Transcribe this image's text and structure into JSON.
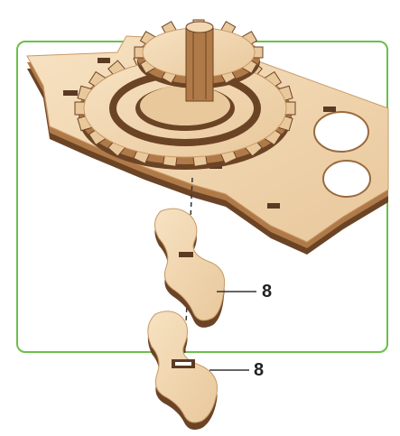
{
  "callouts": [
    {
      "label": "8"
    },
    {
      "label": "8"
    }
  ],
  "colors": {
    "frame_border": "#6cbf4a",
    "wood_face": "#f3d7b3",
    "wood_edge": "#9a6a3f",
    "wood_dark": "#5a3a22",
    "leader_line": "#333333"
  },
  "icons": {
    "main_assembly": "gear-mechanism-plate",
    "part_upper": "wooden-s-piece",
    "part_lower": "wooden-s-piece"
  }
}
